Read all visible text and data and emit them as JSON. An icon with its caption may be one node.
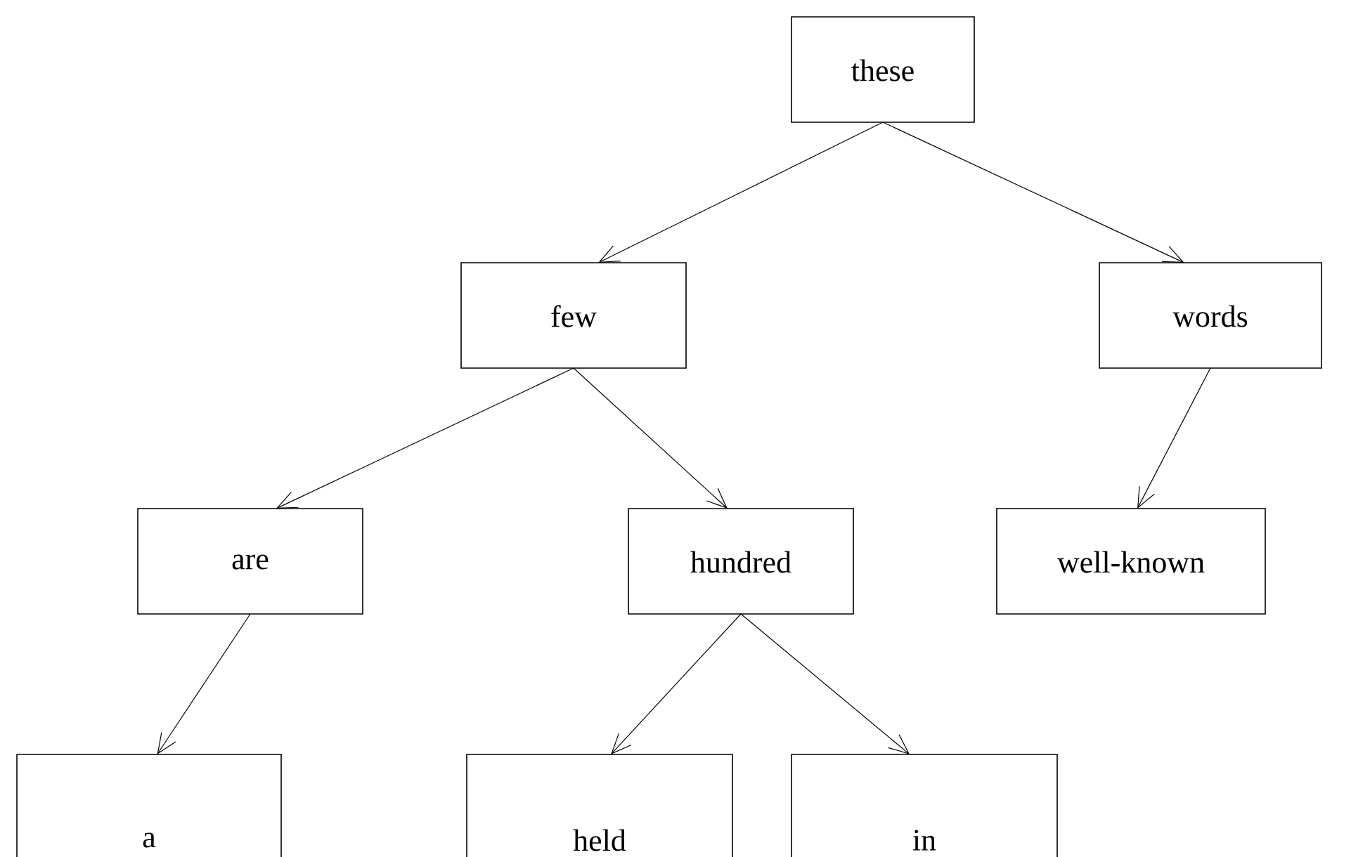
{
  "diagram": {
    "nodes": [
      {
        "text": [
          "these"
        ]
      },
      {
        "text": [
          "few"
        ]
      },
      {
        "text": [
          "words"
        ]
      },
      {
        "text": [
          "are"
        ]
      },
      {
        "text": [
          "hundred"
        ]
      },
      {
        "text": [
          "well-known"
        ]
      },
      {
        "text": [
          "a"
        ]
      },
      {
        "text": [
          "held"
        ]
      },
      {
        "text": [
          "in"
        ]
      }
    ],
    "edges": [
      {
        "from": 0,
        "to": 1,
        "arrow": "to"
      },
      {
        "from": 0,
        "to": 2,
        "arrow": "to"
      },
      {
        "from": 1,
        "to": 3,
        "arrow": "to"
      },
      {
        "from": 1,
        "to": 4,
        "arrow": "to"
      },
      {
        "from": 2,
        "to": 5,
        "arrow": "to"
      },
      {
        "from": 3,
        "to": 6,
        "arrow": "to"
      },
      {
        "from": 4,
        "to": 7,
        "arrow": "to"
      },
      {
        "from": 4,
        "to": 8,
        "arrow": "to"
      }
    ]
  }
}
